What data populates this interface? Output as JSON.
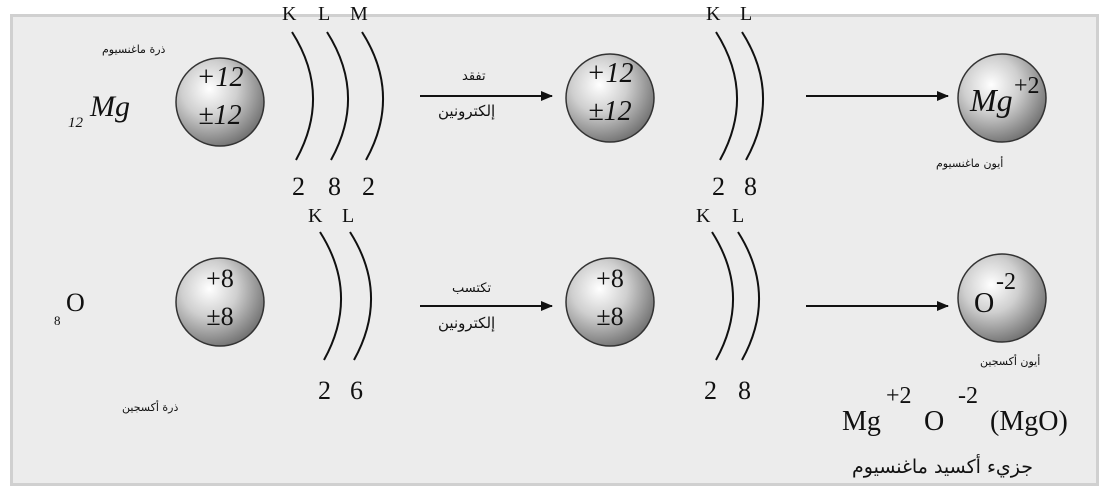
{
  "mg": {
    "atom_label": "ذرة ماغنسيوم",
    "symbol_sub": "12",
    "symbol": "Mg",
    "nucleus_top": "+12",
    "nucleus_bottom": "±12",
    "shells": [
      "K",
      "L",
      "M"
    ],
    "electrons": [
      "2",
      "8",
      "2"
    ],
    "arrow_top": "تفقد",
    "arrow_bottom": "إلكترونين",
    "ion_shells": [
      "K",
      "L"
    ],
    "ion_electrons": [
      "2",
      "8"
    ],
    "ion_symbol": "Mg",
    "ion_charge": "+2",
    "ion_label": "أيون ماغنسيوم"
  },
  "o": {
    "atom_label": "ذرة أكسجين",
    "symbol_sub": "8",
    "symbol": "O",
    "nucleus_top": "+8",
    "nucleus_bottom": "±8",
    "shells": [
      "K",
      "L"
    ],
    "electrons": [
      "2",
      "6"
    ],
    "arrow_top": "تكتسب",
    "arrow_bottom": "إلكترونين",
    "ion_shells": [
      "K",
      "L"
    ],
    "ion_electrons": [
      "2",
      "8"
    ],
    "ion_symbol": "O",
    "ion_charge": "-2",
    "ion_label": "أيون أكسجين"
  },
  "formula": {
    "mg": "Mg",
    "mg_charge": "+2",
    "o": "O",
    "o_charge": "-2",
    "compound": "(MgO)",
    "caption": "جزيء أكسيد ماغنسيوم"
  }
}
